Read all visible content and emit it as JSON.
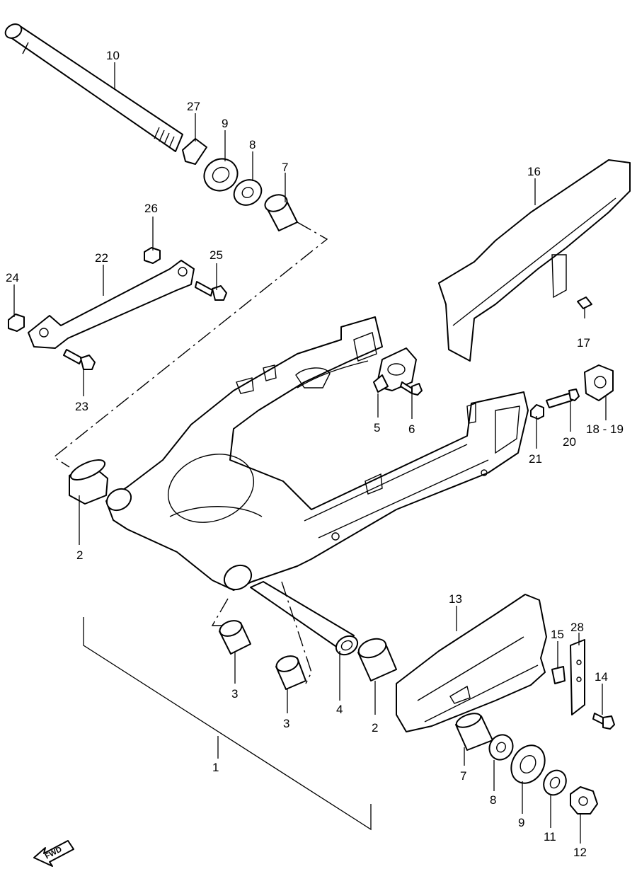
{
  "callouts": [
    {
      "id": "1",
      "text": "1"
    },
    {
      "id": "2a",
      "text": "2"
    },
    {
      "id": "2b",
      "text": "2"
    },
    {
      "id": "3a",
      "text": "3"
    },
    {
      "id": "3b",
      "text": "3"
    },
    {
      "id": "4",
      "text": "4"
    },
    {
      "id": "5",
      "text": "5"
    },
    {
      "id": "6",
      "text": "6"
    },
    {
      "id": "7a",
      "text": "7"
    },
    {
      "id": "7b",
      "text": "7"
    },
    {
      "id": "8a",
      "text": "8"
    },
    {
      "id": "8b",
      "text": "8"
    },
    {
      "id": "9a",
      "text": "9"
    },
    {
      "id": "9b",
      "text": "9"
    },
    {
      "id": "10",
      "text": "10"
    },
    {
      "id": "11",
      "text": "11"
    },
    {
      "id": "12",
      "text": "12"
    },
    {
      "id": "13",
      "text": "13"
    },
    {
      "id": "14",
      "text": "14"
    },
    {
      "id": "15",
      "text": "15"
    },
    {
      "id": "16",
      "text": "16"
    },
    {
      "id": "17",
      "text": "17"
    },
    {
      "id": "1819",
      "text": "18 - 19"
    },
    {
      "id": "20",
      "text": "20"
    },
    {
      "id": "21",
      "text": "21"
    },
    {
      "id": "22",
      "text": "22"
    },
    {
      "id": "23",
      "text": "23"
    },
    {
      "id": "24",
      "text": "24"
    },
    {
      "id": "25",
      "text": "25"
    },
    {
      "id": "26",
      "text": "26"
    },
    {
      "id": "27",
      "text": "27"
    },
    {
      "id": "28",
      "text": "28"
    }
  ],
  "fwd_label": "FWD"
}
